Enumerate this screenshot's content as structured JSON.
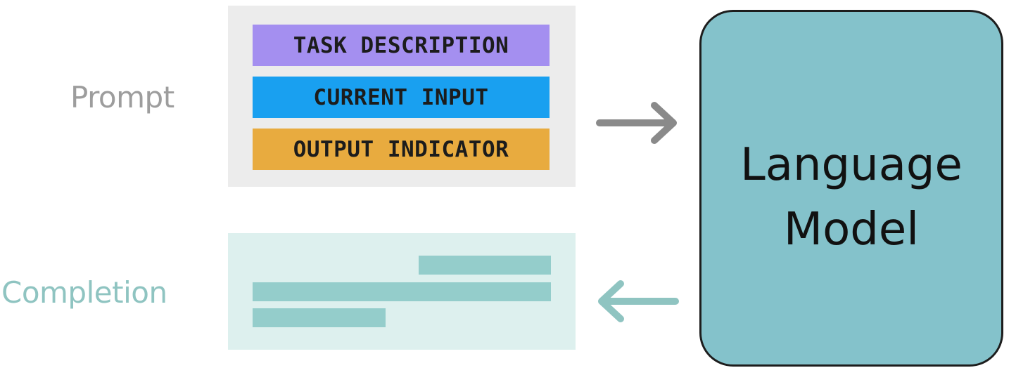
{
  "labels": {
    "prompt": "Prompt",
    "completion": "Completion"
  },
  "prompt_parts": [
    {
      "label": "TASK DESCRIPTION",
      "color": "#a48ff0"
    },
    {
      "label": "CURRENT INPUT",
      "color": "#19a0f0"
    },
    {
      "label": "OUTPUT INDICATOR",
      "color": "#e8ab3f"
    }
  ],
  "model": {
    "title": "Language\nModel",
    "color": "#84c2cb"
  },
  "arrows": {
    "prompt_to_model": {
      "icon": "arrow-right-icon",
      "color": "#8a8a8a"
    },
    "model_to_completion": {
      "icon": "arrow-left-icon",
      "color": "#8fc4c1"
    }
  },
  "colors": {
    "prompt_panel": "#ececec",
    "completion_panel": "#ddf0ee",
    "completion_lines": "#94cdcb"
  }
}
